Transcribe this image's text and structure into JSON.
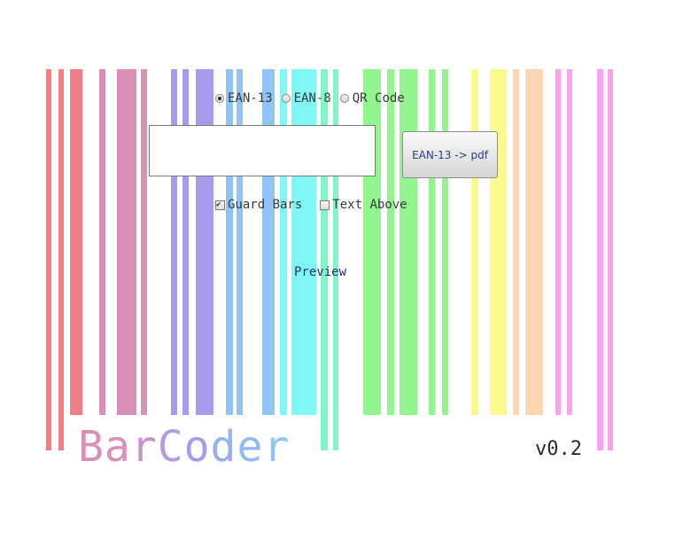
{
  "format": {
    "options": [
      {
        "label": "EAN-13",
        "checked": true
      },
      {
        "label": "EAN-8",
        "checked": false
      },
      {
        "label": "QR Code",
        "checked": false
      }
    ]
  },
  "code_input": {
    "value": "",
    "placeholder": ""
  },
  "generate_button": {
    "label": "EAN-13 -> pdf"
  },
  "options": {
    "guard_bars": {
      "label": "Guard Bars",
      "checked": true
    },
    "text_above": {
      "label": "Text Above",
      "checked": false
    }
  },
  "preview": {
    "label": "Preview"
  },
  "logo": {
    "text": "BarCoder"
  },
  "version": {
    "label": "v0.2"
  },
  "colors": {
    "red": "#f07f87",
    "pink": "#d98fb8",
    "violet": "#a99af0",
    "blue": "#8fc4f7",
    "cyan": "#7ff7f4",
    "mint": "#82f5c6",
    "green": "#93f58d",
    "yellow": "#fbfa8e",
    "orange": "#fdd6b2",
    "magenta": "#f9a2f0"
  }
}
